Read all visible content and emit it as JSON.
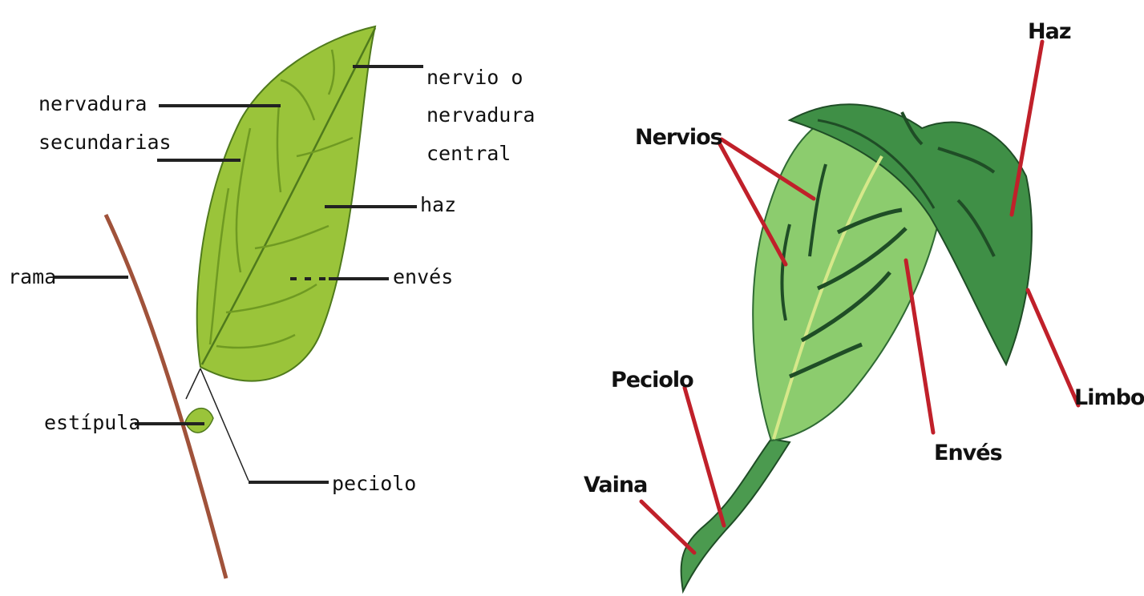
{
  "left_diagram": {
    "labels": {
      "nervadura": "nervadura",
      "secundarias": "secundarias",
      "nervio_line1": "nervio o",
      "nervio_line2": "nervadura",
      "nervio_line3": "central",
      "haz": "haz",
      "rama": "rama",
      "enves": "envés",
      "estipula": "estípula",
      "peciolo": "peciolo"
    },
    "colors": {
      "leaf": "#9ac43a",
      "leaf_outline": "#4f7a1c",
      "vein": "#6f9a22",
      "branch": "#a0523a",
      "leader": "#222222"
    }
  },
  "right_diagram": {
    "labels": {
      "haz": "Haz",
      "nervios": "Nervios",
      "peciolo": "Peciolo",
      "vaina": "Vaina",
      "enves": "Envés",
      "limbo": "Limbo"
    },
    "colors": {
      "underside": "#8ccc6e",
      "upper": "#3f8f46",
      "dark_vein": "#1f4d26",
      "leader": "#c0202a"
    }
  }
}
